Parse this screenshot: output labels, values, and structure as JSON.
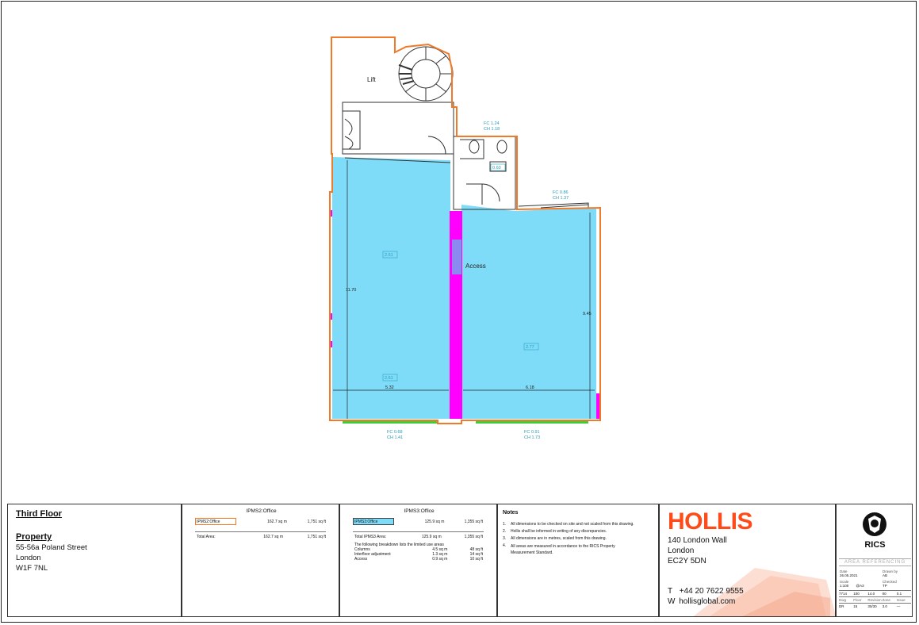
{
  "plan": {
    "labels": {
      "lift": "Lift",
      "access": "Access",
      "fc_top": "FC 1.24",
      "ch_top": "CH 1.18",
      "fc_right": "FC 0.86",
      "ch_right": "CH 1.37",
      "fc_bottom_left": "FC 0.68",
      "ch_bottom_left": "CH 1.41",
      "fc_bottom_right": "FC 0.91",
      "ch_bottom_right": "CH 1.73",
      "wc_area": "0.60"
    },
    "dimensions": {
      "left_height": "11.70",
      "left_width": "5.32",
      "right_height": "9.45",
      "right_width": "6.18"
    },
    "area_tags": {
      "left_upper": "2.61",
      "left_lower": "2.61",
      "right": "2.77"
    },
    "colors": {
      "office_fill": "#7fdcf9",
      "boundary": "#f07a28",
      "column": "#ff00ff",
      "access": "#8a8af0",
      "window": "#3ccf3c"
    }
  },
  "title_block": {
    "floor": "Third Floor",
    "property_heading": "Property",
    "address": [
      "55-56a Poland Street",
      "London",
      "W1F 7NL"
    ],
    "ipms2": {
      "header": "IPMS2:Office",
      "row_label": "IPMS2:Office",
      "row_sqm": "162.7 sq m",
      "row_sqft": "1,751 sq ft",
      "total_label": "Total Area:",
      "total_sqm": "162.7 sq m",
      "total_sqft": "1,751 sq ft"
    },
    "ipms3": {
      "header": "IPMS3:Office",
      "row_label": "IPMS3:Office",
      "row_sqm": "125.9 sq m",
      "row_sqft": "1,355 sq ft",
      "total_label": "Total IPMS3 Area:",
      "total_sqm": "125.9 sq m",
      "total_sqft": "1,355 sq ft",
      "breakdown_intro": "The following breakdown lists the limited use areas",
      "breakdown": [
        {
          "label": "Columns",
          "sqm": "4.5 sq m",
          "sqft": "48 sq ft"
        },
        {
          "label": "Interfloor adjustment",
          "sqm": "1.3 sq m",
          "sqft": "14 sq ft"
        },
        {
          "label": "Access",
          "sqm": "0.9 sq m",
          "sqft": "10 sq ft"
        }
      ]
    },
    "notes": {
      "heading": "Notes",
      "items": [
        {
          "num": "1.",
          "text": "All dimensions to be checked on site and not scaled from this drawing."
        },
        {
          "num": "2.",
          "text": "Hollis shall be informed in writing of any discrepancies."
        },
        {
          "num": "3.",
          "text": "All dimensions are in metres, scaled from this drawing."
        },
        {
          "num": "4.",
          "text": "All areas are measured in accordance to the RICS Property Measurement Standard."
        }
      ]
    },
    "company": {
      "logo": "HOLLIS",
      "address": [
        "140 London Wall",
        "London",
        "EC2Y 5DN"
      ],
      "phone_prefix": "T",
      "phone": "+44 20 7622 9555",
      "web_prefix": "W",
      "web": "hollisglobal.com"
    },
    "rics": {
      "logo_text": "RICS",
      "banner": "AREA REFERENCING",
      "date_label": "Date",
      "date": "26.05.2021",
      "drawn_label": "Drawn by",
      "drawn": "AB",
      "scale_label": "Scale",
      "scale": "1:100",
      "size": "@A3",
      "checked_label": "Checked",
      "checked": "TP",
      "grid": [
        [
          "7714",
          "100",
          "14.0",
          "00",
          "0.1"
        ],
        [
          "Dwg",
          "Floor",
          "Revision",
          "Zone",
          "Issue"
        ],
        [
          "DR",
          "15",
          "30/30",
          "3.0",
          "—"
        ]
      ]
    }
  }
}
